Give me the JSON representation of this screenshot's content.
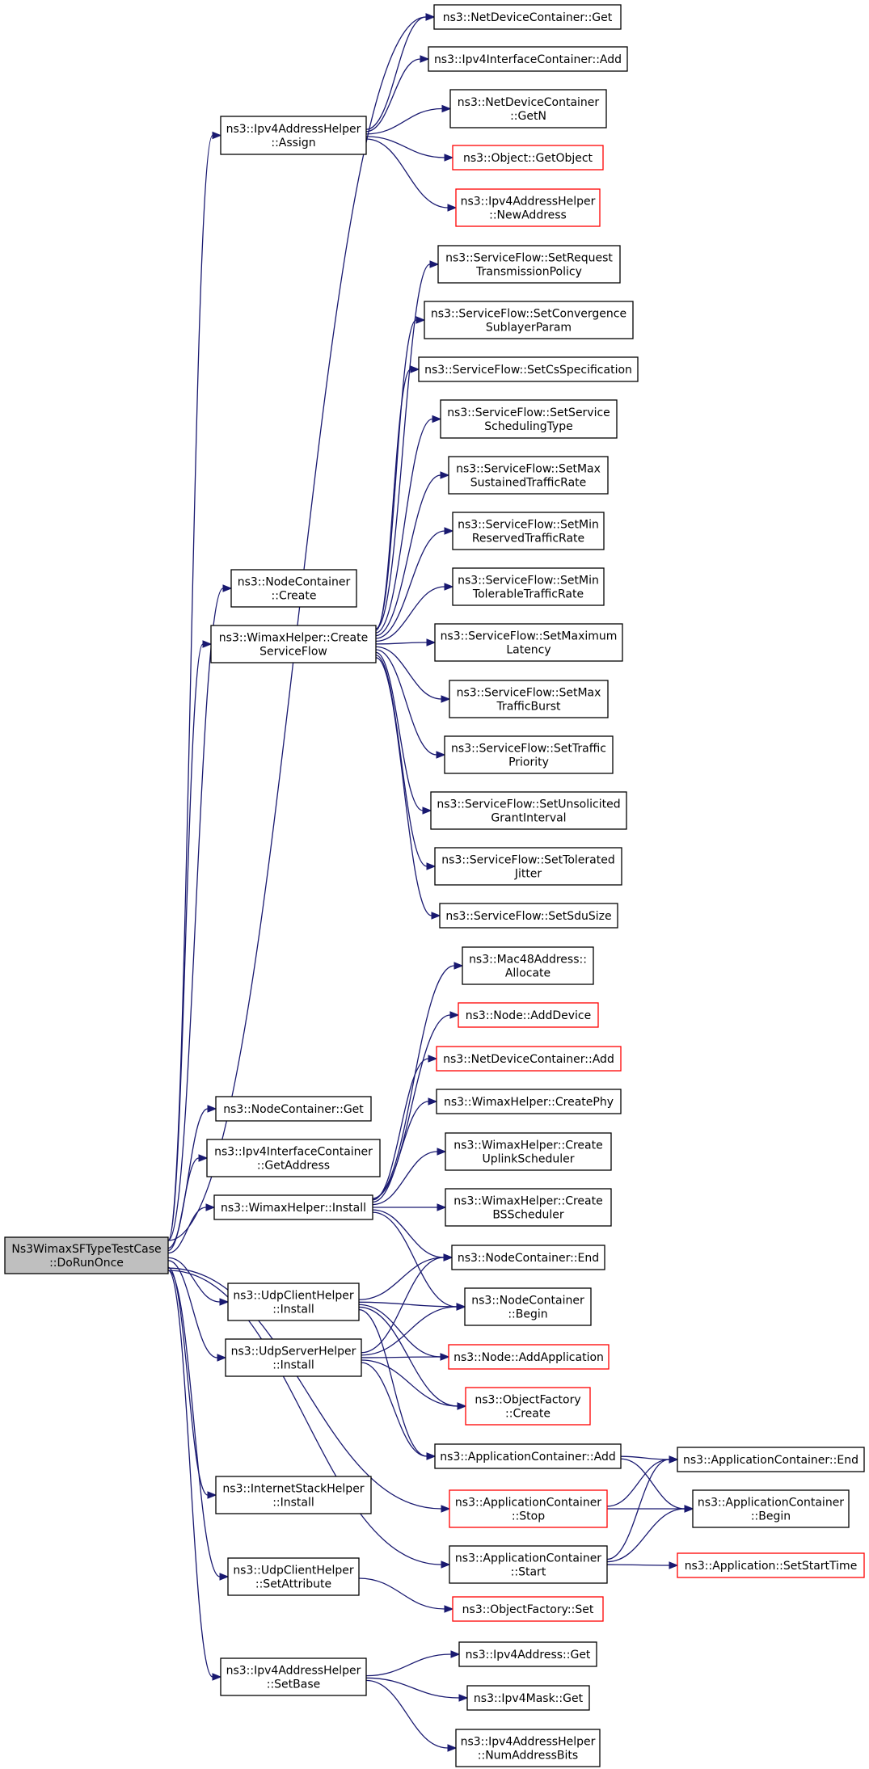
{
  "colors": {
    "edge": "#191970",
    "border": "#000000",
    "red_border": "#ff0000",
    "root_fill": "#bfbfbf",
    "background": "#ffffff"
  },
  "nodes": [
    {
      "id": "root",
      "lines": [
        "Ns3WimaxSFTypeTestCase",
        "::DoRunOnce"
      ],
      "style": "root"
    },
    {
      "id": "ndc_get",
      "lines": [
        "ns3::NetDeviceContainer::Get"
      ],
      "style": "plain"
    },
    {
      "id": "iic_add",
      "lines": [
        "ns3::Ipv4InterfaceContainer::Add"
      ],
      "style": "plain"
    },
    {
      "id": "ndc_getn",
      "lines": [
        "ns3::NetDeviceContainer",
        "::GetN"
      ],
      "style": "plain"
    },
    {
      "id": "obj_getobject",
      "lines": [
        "ns3::Object::GetObject"
      ],
      "style": "red"
    },
    {
      "id": "iah_newaddress",
      "lines": [
        "ns3::Ipv4AddressHelper",
        "::NewAddress"
      ],
      "style": "red"
    },
    {
      "id": "iah_assign",
      "lines": [
        "ns3::Ipv4AddressHelper",
        "::Assign"
      ],
      "style": "plain"
    },
    {
      "id": "sf_setrequest",
      "lines": [
        "ns3::ServiceFlow::SetRequest",
        "TransmissionPolicy"
      ],
      "style": "plain"
    },
    {
      "id": "sf_setconvergence",
      "lines": [
        "ns3::ServiceFlow::SetConvergence",
        "SublayerParam"
      ],
      "style": "plain"
    },
    {
      "id": "sf_setcsspec",
      "lines": [
        "ns3::ServiceFlow::SetCsSpecification"
      ],
      "style": "plain"
    },
    {
      "id": "sf_setservice",
      "lines": [
        "ns3::ServiceFlow::SetService",
        "SchedulingType"
      ],
      "style": "plain"
    },
    {
      "id": "sf_setmaxsustained",
      "lines": [
        "ns3::ServiceFlow::SetMax",
        "SustainedTrafficRate"
      ],
      "style": "plain"
    },
    {
      "id": "sf_setminreserved",
      "lines": [
        "ns3::ServiceFlow::SetMin",
        "ReservedTrafficRate"
      ],
      "style": "plain"
    },
    {
      "id": "sf_setmintolerable",
      "lines": [
        "ns3::ServiceFlow::SetMin",
        "TolerableTrafficRate"
      ],
      "style": "plain"
    },
    {
      "id": "sf_setmaxlatency",
      "lines": [
        "ns3::ServiceFlow::SetMaximum",
        "Latency"
      ],
      "style": "plain"
    },
    {
      "id": "sf_setmaxburst",
      "lines": [
        "ns3::ServiceFlow::SetMax",
        "TrafficBurst"
      ],
      "style": "plain"
    },
    {
      "id": "sf_settraffic",
      "lines": [
        "ns3::ServiceFlow::SetTraffic",
        "Priority"
      ],
      "style": "plain"
    },
    {
      "id": "sf_setunsolicited",
      "lines": [
        "ns3::ServiceFlow::SetUnsolicited",
        "GrantInterval"
      ],
      "style": "plain"
    },
    {
      "id": "sf_settolerated",
      "lines": [
        "ns3::ServiceFlow::SetTolerated",
        "Jitter"
      ],
      "style": "plain"
    },
    {
      "id": "sf_setsdusize",
      "lines": [
        "ns3::ServiceFlow::SetSduSize"
      ],
      "style": "plain"
    },
    {
      "id": "nc_create",
      "lines": [
        "ns3::NodeContainer",
        "::Create"
      ],
      "style": "plain"
    },
    {
      "id": "wh_createsf",
      "lines": [
        "ns3::WimaxHelper::Create",
        "ServiceFlow"
      ],
      "style": "plain"
    },
    {
      "id": "mac48_allocate",
      "lines": [
        "ns3::Mac48Address::",
        "Allocate"
      ],
      "style": "plain"
    },
    {
      "id": "node_adddevice",
      "lines": [
        "ns3::Node::AddDevice"
      ],
      "style": "red"
    },
    {
      "id": "ndc_add",
      "lines": [
        "ns3::NetDeviceContainer::Add"
      ],
      "style": "red"
    },
    {
      "id": "wh_createphy",
      "lines": [
        "ns3::WimaxHelper::CreatePhy"
      ],
      "style": "plain"
    },
    {
      "id": "wh_createuplink",
      "lines": [
        "ns3::WimaxHelper::Create",
        "UplinkScheduler"
      ],
      "style": "plain"
    },
    {
      "id": "wh_createbs",
      "lines": [
        "ns3::WimaxHelper::Create",
        "BSScheduler"
      ],
      "style": "plain"
    },
    {
      "id": "nc_get",
      "lines": [
        "ns3::NodeContainer::Get"
      ],
      "style": "plain"
    },
    {
      "id": "iic_getaddress",
      "lines": [
        "ns3::Ipv4InterfaceContainer",
        "::GetAddress"
      ],
      "style": "plain"
    },
    {
      "id": "wh_install",
      "lines": [
        "ns3::WimaxHelper::Install"
      ],
      "style": "plain"
    },
    {
      "id": "nc_end",
      "lines": [
        "ns3::NodeContainer::End"
      ],
      "style": "plain"
    },
    {
      "id": "nc_begin",
      "lines": [
        "ns3::NodeContainer",
        "::Begin"
      ],
      "style": "plain"
    },
    {
      "id": "node_addapp",
      "lines": [
        "ns3::Node::AddApplication"
      ],
      "style": "red"
    },
    {
      "id": "of_create",
      "lines": [
        "ns3::ObjectFactory",
        "::Create"
      ],
      "style": "red"
    },
    {
      "id": "uch_install",
      "lines": [
        "ns3::UdpClientHelper",
        "::Install"
      ],
      "style": "plain"
    },
    {
      "id": "ush_install",
      "lines": [
        "ns3::UdpServerHelper",
        "::Install"
      ],
      "style": "plain"
    },
    {
      "id": "ac_add",
      "lines": [
        "ns3::ApplicationContainer::Add"
      ],
      "style": "plain"
    },
    {
      "id": "ac_end",
      "lines": [
        "ns3::ApplicationContainer::End"
      ],
      "style": "plain"
    },
    {
      "id": "ac_begin",
      "lines": [
        "ns3::ApplicationContainer",
        "::Begin"
      ],
      "style": "plain"
    },
    {
      "id": "ac_stop",
      "lines": [
        "ns3::ApplicationContainer",
        "::Stop"
      ],
      "style": "red"
    },
    {
      "id": "ish_install",
      "lines": [
        "ns3::InternetStackHelper",
        "::Install"
      ],
      "style": "plain"
    },
    {
      "id": "ac_start",
      "lines": [
        "ns3::ApplicationContainer",
        "::Start"
      ],
      "style": "plain"
    },
    {
      "id": "app_setstarttime",
      "lines": [
        "ns3::Application::SetStartTime"
      ],
      "style": "red"
    },
    {
      "id": "uch_setattribute",
      "lines": [
        "ns3::UdpClientHelper",
        "::SetAttribute"
      ],
      "style": "plain"
    },
    {
      "id": "of_set",
      "lines": [
        "ns3::ObjectFactory::Set"
      ],
      "style": "red"
    },
    {
      "id": "iah_setbase",
      "lines": [
        "ns3::Ipv4AddressHelper",
        "::SetBase"
      ],
      "style": "plain"
    },
    {
      "id": "ia_get",
      "lines": [
        "ns3::Ipv4Address::Get"
      ],
      "style": "plain"
    },
    {
      "id": "im_get",
      "lines": [
        "ns3::Ipv4Mask::Get"
      ],
      "style": "plain"
    },
    {
      "id": "iah_numaddrbits",
      "lines": [
        "ns3::Ipv4AddressHelper",
        "::NumAddressBits"
      ],
      "style": "plain"
    }
  ],
  "edges": [
    [
      "root",
      "ndc_get"
    ],
    [
      "root",
      "iah_assign"
    ],
    [
      "root",
      "nc_create"
    ],
    [
      "root",
      "wh_createsf"
    ],
    [
      "root",
      "nc_get"
    ],
    [
      "root",
      "iic_getaddress"
    ],
    [
      "root",
      "wh_install"
    ],
    [
      "root",
      "uch_install"
    ],
    [
      "root",
      "ush_install"
    ],
    [
      "root",
      "ac_stop"
    ],
    [
      "root",
      "ac_start"
    ],
    [
      "root",
      "ish_install"
    ],
    [
      "root",
      "uch_setattribute"
    ],
    [
      "root",
      "iah_setbase"
    ],
    [
      "iah_assign",
      "ndc_get"
    ],
    [
      "iah_assign",
      "iic_add"
    ],
    [
      "iah_assign",
      "ndc_getn"
    ],
    [
      "iah_assign",
      "obj_getobject"
    ],
    [
      "iah_assign",
      "iah_newaddress"
    ],
    [
      "wh_createsf",
      "sf_setrequest"
    ],
    [
      "wh_createsf",
      "sf_setconvergence"
    ],
    [
      "wh_createsf",
      "sf_setcsspec"
    ],
    [
      "wh_createsf",
      "sf_setservice"
    ],
    [
      "wh_createsf",
      "sf_setmaxsustained"
    ],
    [
      "wh_createsf",
      "sf_setminreserved"
    ],
    [
      "wh_createsf",
      "sf_setmintolerable"
    ],
    [
      "wh_createsf",
      "sf_setmaxlatency"
    ],
    [
      "wh_createsf",
      "sf_setmaxburst"
    ],
    [
      "wh_createsf",
      "sf_settraffic"
    ],
    [
      "wh_createsf",
      "sf_setunsolicited"
    ],
    [
      "wh_createsf",
      "sf_settolerated"
    ],
    [
      "wh_createsf",
      "sf_setsdusize"
    ],
    [
      "wh_install",
      "mac48_allocate"
    ],
    [
      "wh_install",
      "node_adddevice"
    ],
    [
      "wh_install",
      "ndc_add"
    ],
    [
      "wh_install",
      "wh_createphy"
    ],
    [
      "wh_install",
      "wh_createuplink"
    ],
    [
      "wh_install",
      "wh_createbs"
    ],
    [
      "wh_install",
      "nc_end"
    ],
    [
      "wh_install",
      "nc_begin"
    ],
    [
      "uch_install",
      "nc_end"
    ],
    [
      "uch_install",
      "nc_begin"
    ],
    [
      "uch_install",
      "node_addapp"
    ],
    [
      "uch_install",
      "of_create"
    ],
    [
      "uch_install",
      "ac_add"
    ],
    [
      "ush_install",
      "nc_end"
    ],
    [
      "ush_install",
      "nc_begin"
    ],
    [
      "ush_install",
      "node_addapp"
    ],
    [
      "ush_install",
      "of_create"
    ],
    [
      "ush_install",
      "ac_add"
    ],
    [
      "ac_add",
      "ac_end"
    ],
    [
      "ac_add",
      "ac_begin"
    ],
    [
      "ac_stop",
      "ac_end"
    ],
    [
      "ac_stop",
      "ac_begin"
    ],
    [
      "ac_start",
      "ac_end"
    ],
    [
      "ac_start",
      "ac_begin"
    ],
    [
      "ac_start",
      "app_setstarttime"
    ],
    [
      "uch_setattribute",
      "of_set"
    ],
    [
      "iah_setbase",
      "ia_get"
    ],
    [
      "iah_setbase",
      "im_get"
    ],
    [
      "iah_setbase",
      "iah_numaddrbits"
    ]
  ]
}
